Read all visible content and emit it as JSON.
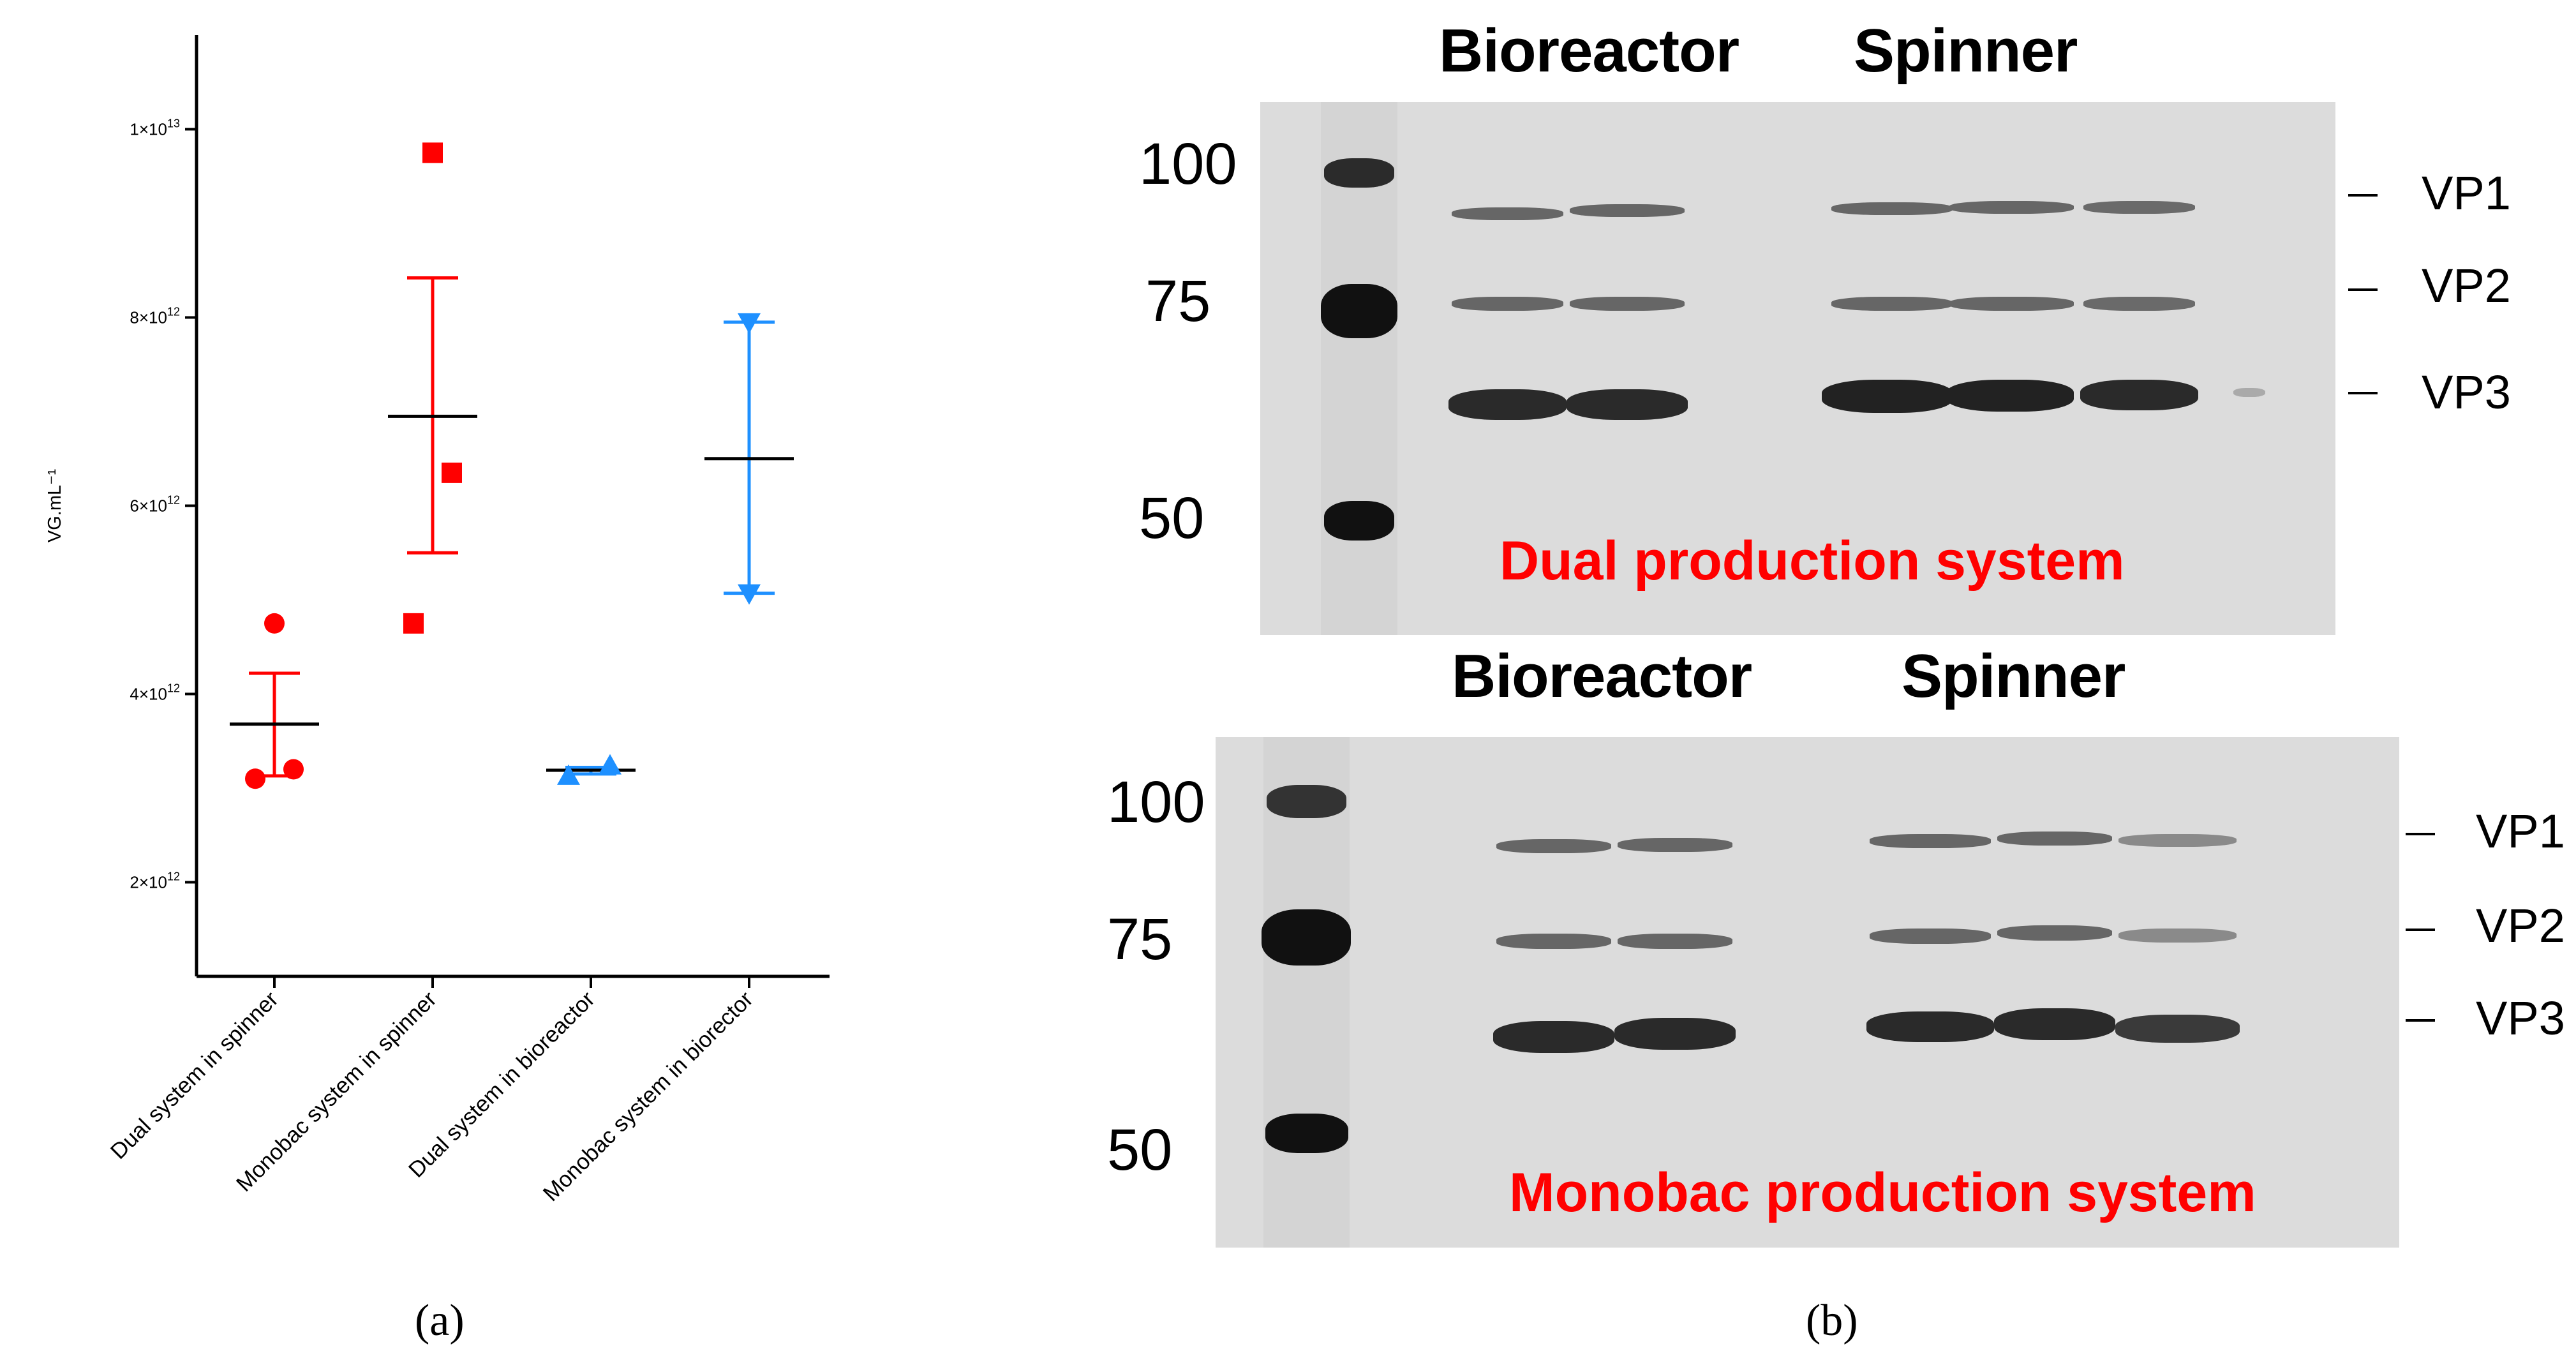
{
  "chart_data": {
    "type": "scatter",
    "ylabel": "VG.mL⁻¹",
    "y_ticks": [
      {
        "value": 10000000000000.0,
        "mant": "1×10",
        "exp": "13"
      },
      {
        "value": 8000000000000.0,
        "mant": "8×10",
        "exp": "12"
      },
      {
        "value": 6000000000000.0,
        "mant": "6×10",
        "exp": "12"
      },
      {
        "value": 4000000000000.0,
        "mant": "4×10",
        "exp": "12"
      },
      {
        "value": 2000000000000.0,
        "mant": "2×10",
        "exp": "12"
      }
    ],
    "ylim": [
      1000000000000.0,
      11000000000000.0
    ],
    "categories": [
      "Dual system in spinner",
      "Monobac system in spinner",
      "Dual system in bioreactor",
      "Monobac system in biorector"
    ],
    "series": [
      {
        "points": [
          4750000000000.0,
          3200000000000.0,
          3100000000000.0
        ],
        "mean": 3680000000000.0,
        "err_low": 3130000000000.0,
        "err_high": 4220000000000.0,
        "color": "#ff0000",
        "marker": "circle"
      },
      {
        "points": [
          9750000000000.0,
          6350000000000.0,
          4750000000000.0
        ],
        "mean": 6950000000000.0,
        "err_low": 5500000000000.0,
        "err_high": 8420000000000.0,
        "color": "#ff0000",
        "marker": "square"
      },
      {
        "points": [
          3130000000000.0,
          3240000000000.0
        ],
        "mean": 3190000000000.0,
        "err_low": 3150000000000.0,
        "err_high": 3220000000000.0,
        "color": "#1e90ff",
        "marker": "triangle-up"
      },
      {
        "points": [
          7950000000000.0,
          5070000000000.0
        ],
        "mean": 6500000000000.0,
        "err_low": 5070000000000.0,
        "err_high": 7950000000000.0,
        "color": "#1e90ff",
        "marker": "triangle-down"
      }
    ]
  },
  "panel_a_label": "(a)",
  "panel_b_label": "(b)",
  "gel_top": {
    "header_left": "Bioreactor",
    "header_right": "Spinner",
    "mw_markers": [
      "100",
      "75",
      "50"
    ],
    "vp_labels": [
      "VP1",
      "VP2",
      "VP3"
    ],
    "system_label": "Dual production system"
  },
  "gel_bottom": {
    "header_left": "Bioreactor",
    "header_right": "Spinner",
    "mw_markers": [
      "100",
      "75",
      "50"
    ],
    "vp_labels": [
      "VP1",
      "VP2",
      "VP3"
    ],
    "system_label": "Monobac production system"
  },
  "colors": {
    "red": "#ff0000",
    "blue": "#1e90ff",
    "gel": "#dcdcdc"
  }
}
